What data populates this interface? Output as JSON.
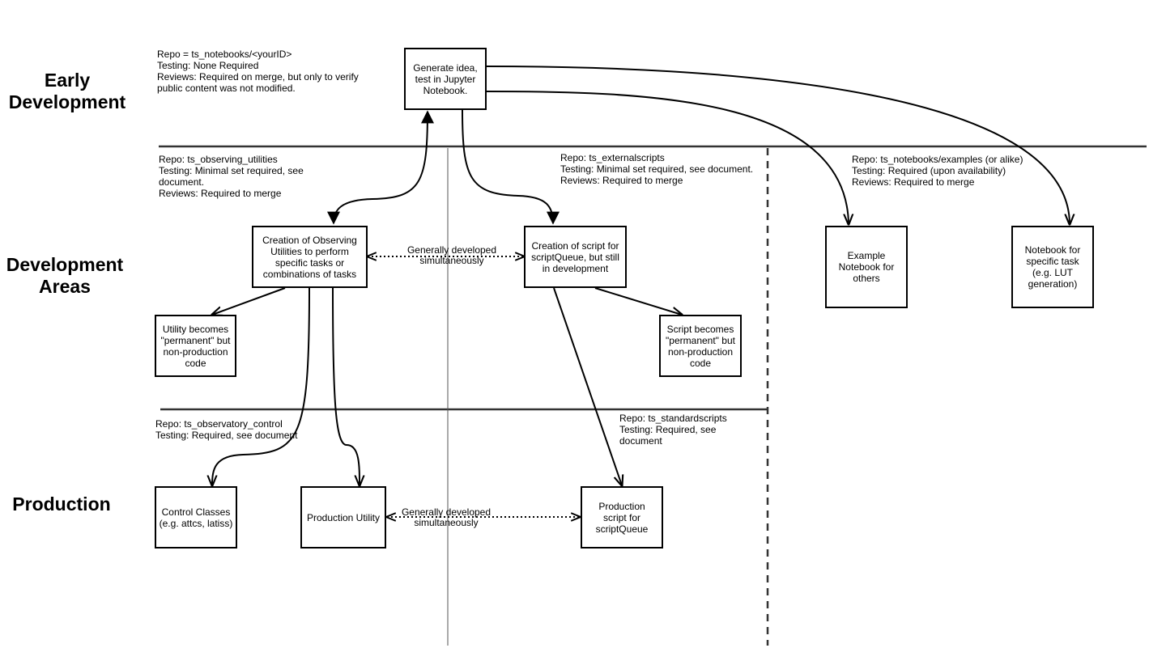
{
  "sections": {
    "early": [
      "Early",
      "Development"
    ],
    "dev": [
      "Development",
      "Areas"
    ],
    "prod": [
      "Production"
    ]
  },
  "notes": {
    "notebooks": [
      "Repo = ts_notebooks/<yourID>",
      "Testing: None Required",
      "Reviews: Required on merge, but only to verify",
      "public content was not modified."
    ],
    "utilities": [
      "Repo: ts_observing_utilities",
      "Testing: Minimal set required, see",
      "document.",
      "Reviews: Required to merge"
    ],
    "externalscripts": [
      "Repo: ts_externalscripts",
      "Testing: Minimal set required, see document.",
      "Reviews: Required to merge"
    ],
    "examples": [
      "Repo: ts_notebooks/examples (or alike)",
      "Testing: Required (upon availability)",
      "Reviews: Required to merge"
    ],
    "control": [
      "Repo: ts_observatory_control",
      "Testing: Required, see document"
    ],
    "standardscripts": [
      "Repo: ts_standardscripts",
      "Testing: Required, see",
      "document"
    ]
  },
  "nodes": {
    "generate": [
      "Generate idea,",
      "test in Jupyter",
      "Notebook."
    ],
    "utilities": [
      "Creation of Observing",
      "Utilities to perform",
      "specific tasks or",
      "combinations of tasks"
    ],
    "script": [
      "Creation of script for",
      "scriptQueue, but still",
      "in development"
    ],
    "example_notebook": [
      "Example",
      "Notebook for",
      "others"
    ],
    "task_notebook": [
      "Notebook for",
      "specific task",
      "(e.g. LUT",
      "generation)"
    ],
    "utility_permanent": [
      "Utility becomes",
      "\"permanent\" but",
      "non-production",
      "code"
    ],
    "script_permanent": [
      "Script becomes",
      "\"permanent\" but",
      "non-production",
      "code"
    ],
    "control": [
      "Control Classes",
      "(e.g. attcs, latiss)"
    ],
    "prod_utility": [
      "Production Utility"
    ],
    "prod_script": [
      "Production",
      "script for",
      "scriptQueue"
    ]
  },
  "edge_labels": {
    "simultaneous_dev": [
      "Generally developed",
      "simultaneously"
    ],
    "simultaneous_prod": [
      "Generally developed",
      "simultaneously"
    ]
  }
}
